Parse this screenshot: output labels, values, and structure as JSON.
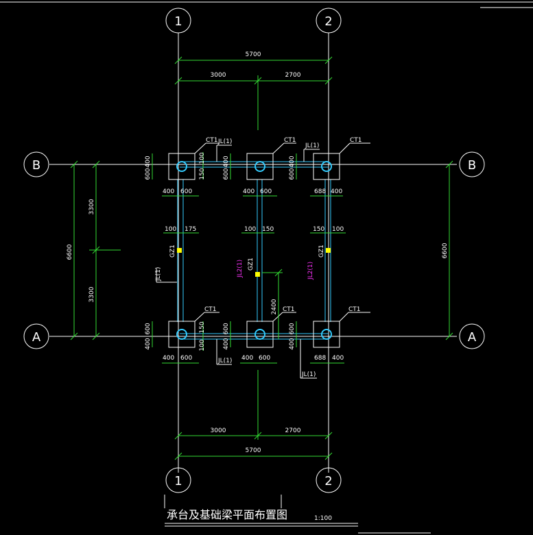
{
  "axes": {
    "col1": "1",
    "col2": "2",
    "rowB": "B",
    "rowA": "A"
  },
  "dims": {
    "overall_h": "5700",
    "span_left": "3000",
    "span_right": "2700",
    "overall_v": "6600",
    "span_v_top": "3300",
    "span_v_bottom": "3300",
    "cap_400": "400",
    "cap_600": "600",
    "cap_600_alt": "688",
    "d100": "100",
    "d150": "150",
    "d175": "175",
    "d2400": "2400"
  },
  "labels": {
    "ct1": "CT1",
    "jl1": "JL(1)",
    "jl2": "JL2(1)",
    "gz1": "GZ1"
  },
  "title": {
    "main": "承台及基础梁平面布置图",
    "scale": "1:100"
  }
}
